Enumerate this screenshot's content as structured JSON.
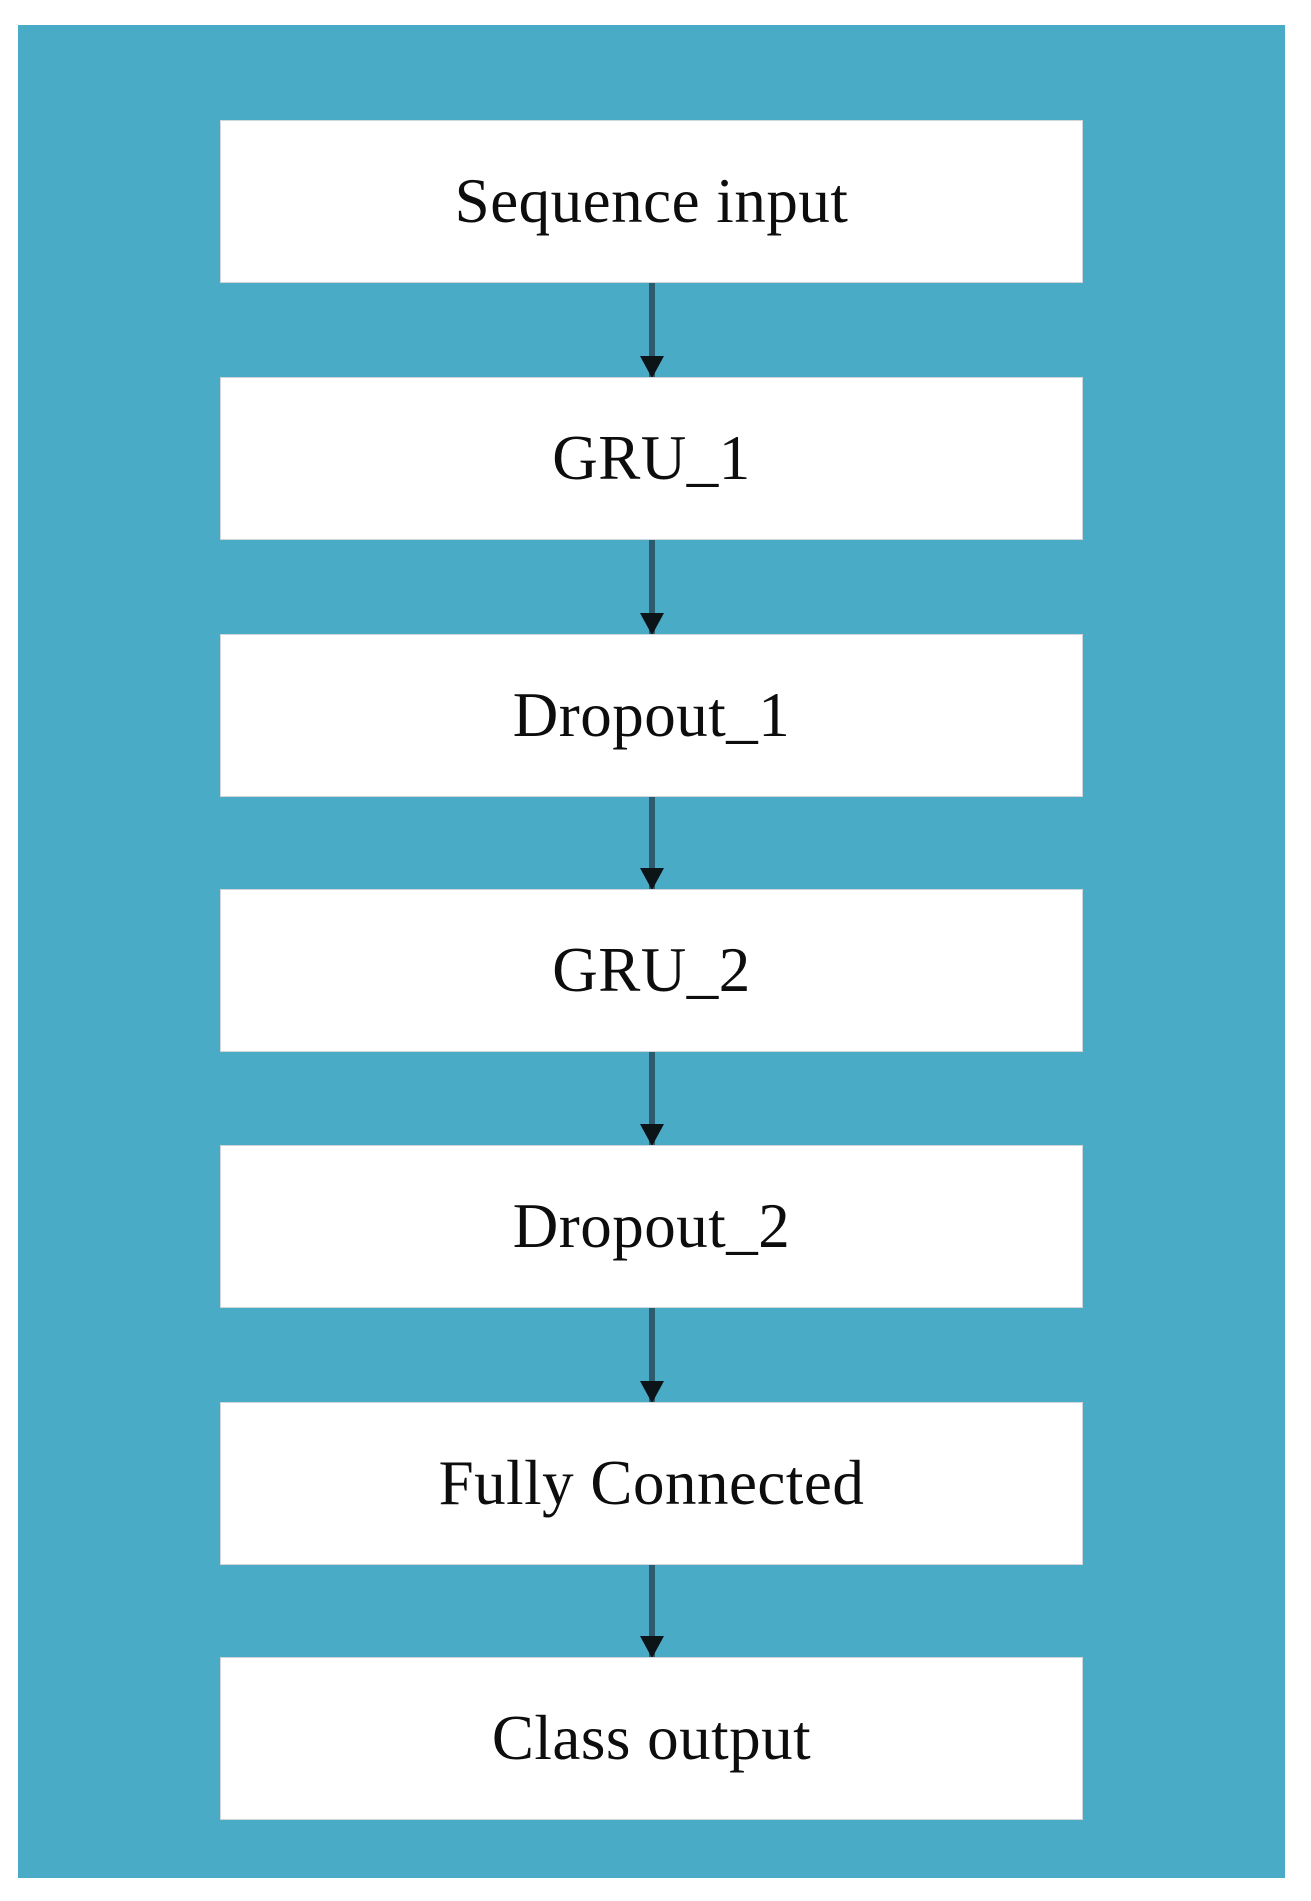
{
  "diagram": {
    "title": "Neural network model architecture flowchart",
    "type": "vertical-flowchart",
    "background_color": "#ffffff",
    "panel_color": "#4aabc6",
    "node_fill_color": "#ffffff",
    "node_border_color": "#cfd6d9",
    "text_color": "#0d0d0d",
    "arrow_color": "#2c5b6e",
    "arrowhead_color": "#0c1417",
    "nodes": [
      {
        "id": "sequence-input",
        "label": "Sequence input"
      },
      {
        "id": "gru-1",
        "label": "GRU_1"
      },
      {
        "id": "dropout-1",
        "label": "Dropout_1"
      },
      {
        "id": "gru-2",
        "label": "GRU_2"
      },
      {
        "id": "dropout-2",
        "label": "Dropout_2"
      },
      {
        "id": "fully-connected",
        "label": "Fully Connected"
      },
      {
        "id": "class-output",
        "label": "Class output"
      }
    ],
    "edges": [
      {
        "from": "sequence-input",
        "to": "gru-1",
        "style": "arrow-down"
      },
      {
        "from": "gru-1",
        "to": "dropout-1",
        "style": "arrow-down"
      },
      {
        "from": "dropout-1",
        "to": "gru-2",
        "style": "arrow-down"
      },
      {
        "from": "gru-2",
        "to": "dropout-2",
        "style": "arrow-down"
      },
      {
        "from": "dropout-2",
        "to": "fully-connected",
        "style": "arrow-down"
      },
      {
        "from": "fully-connected",
        "to": "class-output",
        "style": "arrow-down"
      }
    ]
  }
}
